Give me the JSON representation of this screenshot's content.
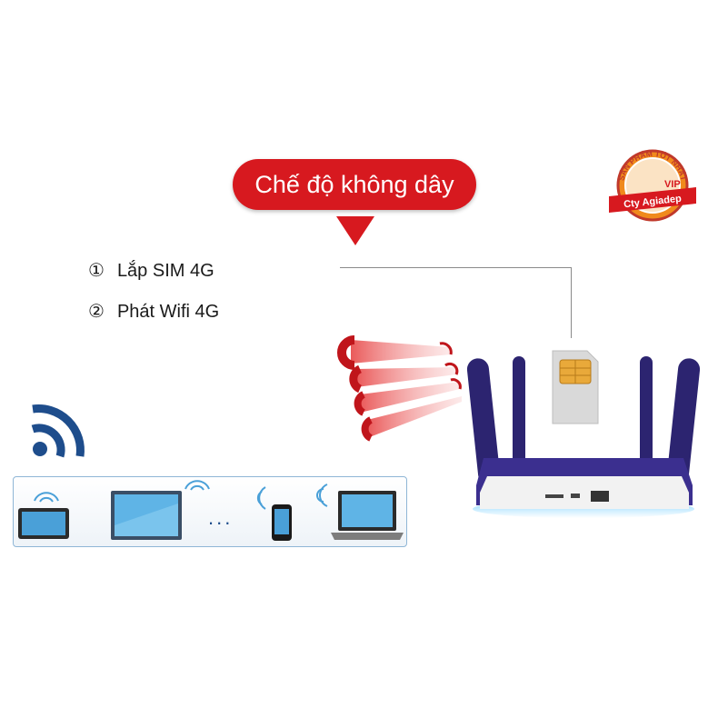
{
  "mode_label": "Chế độ không dây",
  "steps": [
    {
      "num": "①",
      "text": "Lắp SIM 4G"
    },
    {
      "num": "②",
      "text": "Phát Wifi 4G"
    }
  ],
  "seal": {
    "line1": "SẢN PHẨM TỐT NHẤT",
    "vip": "VIP",
    "company": "Cty Agiadep"
  },
  "dots_text": "...",
  "colors": {
    "brand_red": "#d7191f",
    "router_purple": "#3b2f8f",
    "wifi_blue": "#1e4d8c",
    "seal_orange": "#f08a1c"
  },
  "icons": [
    "wifi-icon",
    "laptop-icon",
    "monitor-icon",
    "phone-icon",
    "sim-card-icon",
    "router-icon",
    "signal-wave-icon"
  ]
}
